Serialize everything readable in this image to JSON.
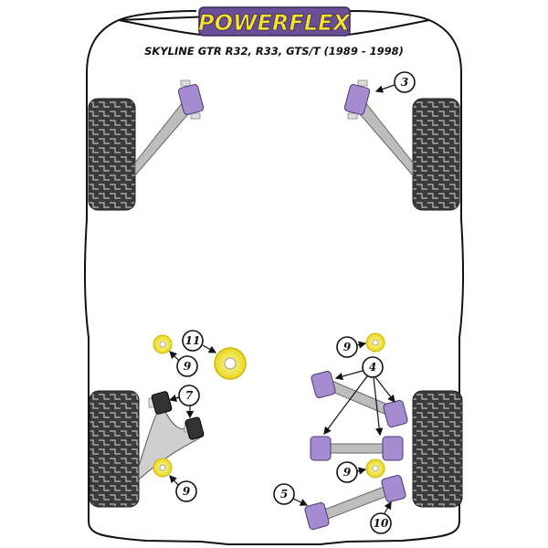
{
  "header": {
    "brand": "POWERFLEX",
    "subtitle": "SKYLINE GTR R32, R33, GTS/T (1989 - 1998)"
  },
  "callouts": {
    "front_right": "3",
    "rear_right_arms": "4",
    "rear_lower_arm": "5",
    "rear_left_hub": "7",
    "rear_left_top": "9",
    "rear_left_bottom": "9",
    "rear_right_top": "9",
    "rear_right_bottom": "9",
    "rear_lower_arm_outer": "10",
    "diff_mount": "11"
  },
  "colors": {
    "purple_bush": "#a58bd0",
    "yellow_bush": "#f2e43a",
    "black_bush": "#333333",
    "logo_bg": "#6b4f96",
    "logo_text": "#f5e22b"
  }
}
